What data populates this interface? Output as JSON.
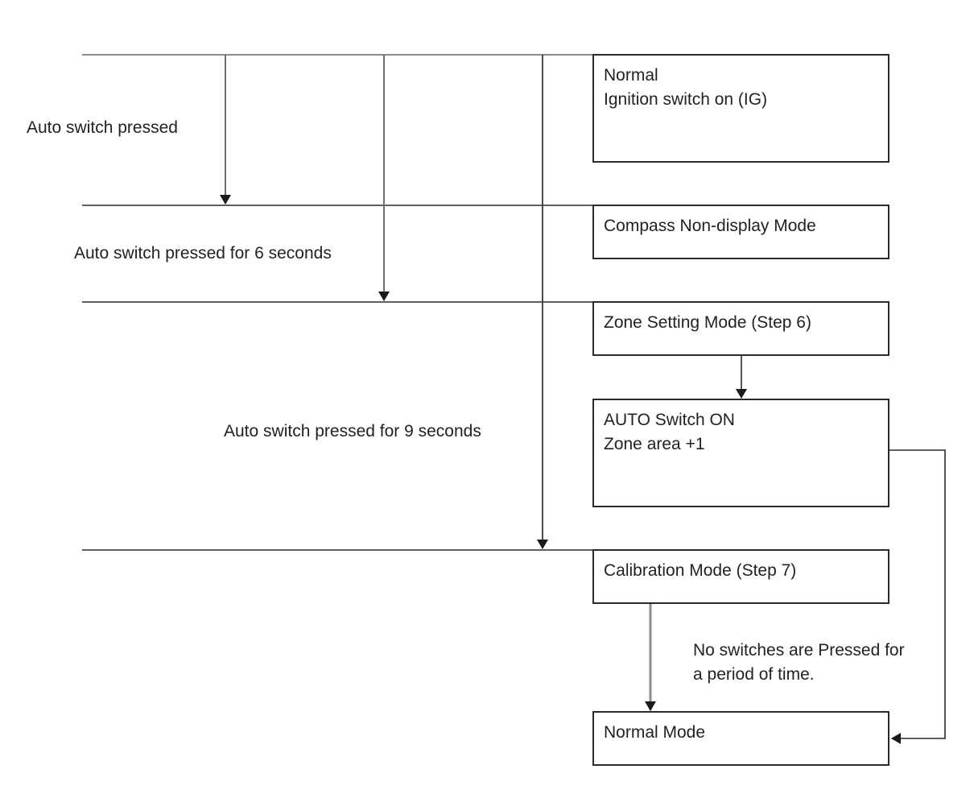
{
  "boxes": {
    "normal": {
      "lines": [
        "Normal",
        "Ignition switch on (IG)"
      ]
    },
    "compass": {
      "lines": [
        "Compass Non-display Mode"
      ]
    },
    "zone": {
      "lines": [
        "Zone Setting Mode (Step 6)"
      ]
    },
    "auto": {
      "lines": [
        "AUTO Switch ON",
        "Zone area +1"
      ]
    },
    "calibration": {
      "lines": [
        "Calibration Mode (Step 7)"
      ]
    },
    "normal_mode": {
      "lines": [
        "Normal Mode"
      ]
    }
  },
  "labels": {
    "pressed": "Auto switch pressed",
    "pressed_6": "Auto switch pressed for 6 seconds",
    "pressed_9": "Auto switch pressed for 9 seconds",
    "no_switch": [
      "No switches are Pressed for",
      "a period of time."
    ]
  },
  "colors": {
    "grey_line": "#8c8c8c",
    "dark_line": "#2a2a2a"
  }
}
